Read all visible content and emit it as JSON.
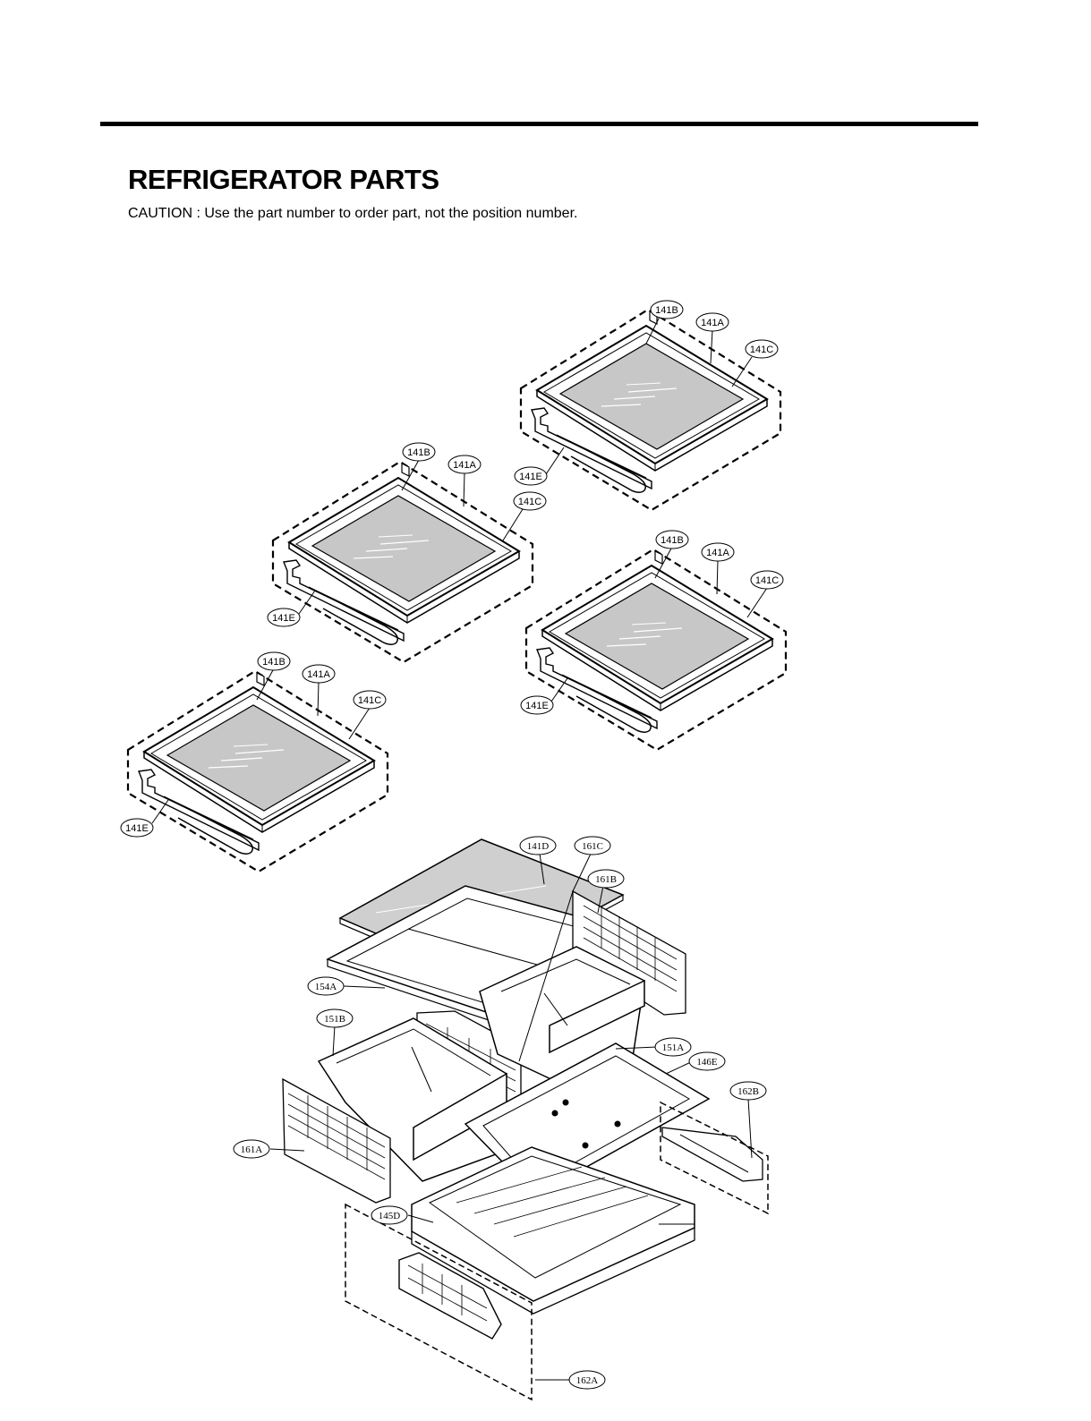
{
  "page": {
    "title": "REFRIGERATOR PARTS",
    "caution": "CAUTION : Use the part number to order part, not the position number."
  },
  "callouts": {
    "shelf1": {
      "b": "141B",
      "a": "141A",
      "c": "141C",
      "e": "141E"
    },
    "shelf2": {
      "b": "141B",
      "a": "141A",
      "c": "141C",
      "e": "141E"
    },
    "shelf3": {
      "b": "141B",
      "a": "141A",
      "c": "141C",
      "e": "141E"
    },
    "shelf4": {
      "b": "141B",
      "a": "141A",
      "c": "141C",
      "e": "141E"
    },
    "drawer": {
      "d141": "141D",
      "c161": "161C",
      "b161": "161B",
      "a154": "154A",
      "b151": "151B",
      "a151": "151A",
      "e146": "146E",
      "b162": "162B",
      "a161": "161A",
      "d145": "145D",
      "a162": "162A"
    }
  }
}
